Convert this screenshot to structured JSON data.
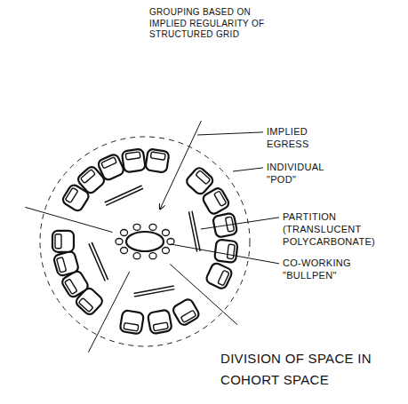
{
  "diagram": {
    "caption": "DIVISION OF SPACE IN COHORT SPACE",
    "labels": [
      "GROUPING BASED ON IMPLIED REGULARITY OF STRUCTURED GRID",
      "IMPLIED EGRESS",
      "INDIVIDUAL \"POD\"",
      "PARTITION (TRANSLUCENT POLYCARBONATE)",
      "CO-WORKING \"BULLPEN\""
    ]
  }
}
